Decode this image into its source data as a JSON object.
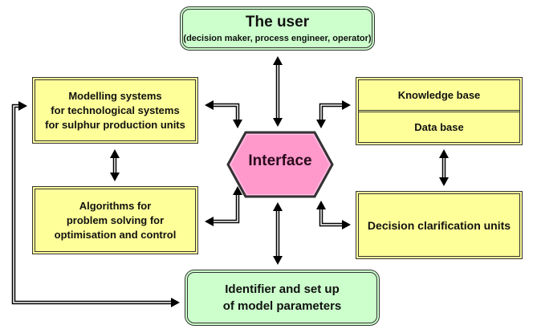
{
  "diagram": {
    "user": {
      "title": "The user",
      "subtitle": "(decision maker, process engineer, operator)"
    },
    "interface": {
      "label": "Interface"
    },
    "modelling": {
      "lines": [
        "Modelling systems",
        "for technological systems",
        "for sulphur production units"
      ]
    },
    "algorithms": {
      "lines": [
        "Algorithms for",
        "problem solving for",
        "optimisation and control"
      ]
    },
    "knowledge_data": {
      "knowledge_label": "Knowledge base",
      "data_label": "Data base"
    },
    "decision": {
      "label": "Decision clarification units"
    },
    "identifier": {
      "lines": [
        "Identifier and set up",
        "of model parameters"
      ]
    },
    "colors": {
      "process_box": "#ffff99",
      "actor_box": "#ccffcc",
      "interface": "#ff99cc",
      "stroke": "#333333"
    },
    "connections": [
      {
        "from": "user",
        "to": "interface",
        "bidirectional": true
      },
      {
        "from": "interface",
        "to": "modelling",
        "bidirectional": true
      },
      {
        "from": "interface",
        "to": "algorithms",
        "bidirectional": true
      },
      {
        "from": "interface",
        "to": "knowledge_data",
        "bidirectional": true
      },
      {
        "from": "interface",
        "to": "decision",
        "bidirectional": true
      },
      {
        "from": "interface",
        "to": "identifier",
        "bidirectional": true
      },
      {
        "from": "modelling",
        "to": "algorithms",
        "bidirectional": true
      },
      {
        "from": "knowledge_data",
        "to": "decision",
        "bidirectional": true
      },
      {
        "from": "identifier",
        "to": "modelling",
        "bidirectional": true
      }
    ]
  }
}
